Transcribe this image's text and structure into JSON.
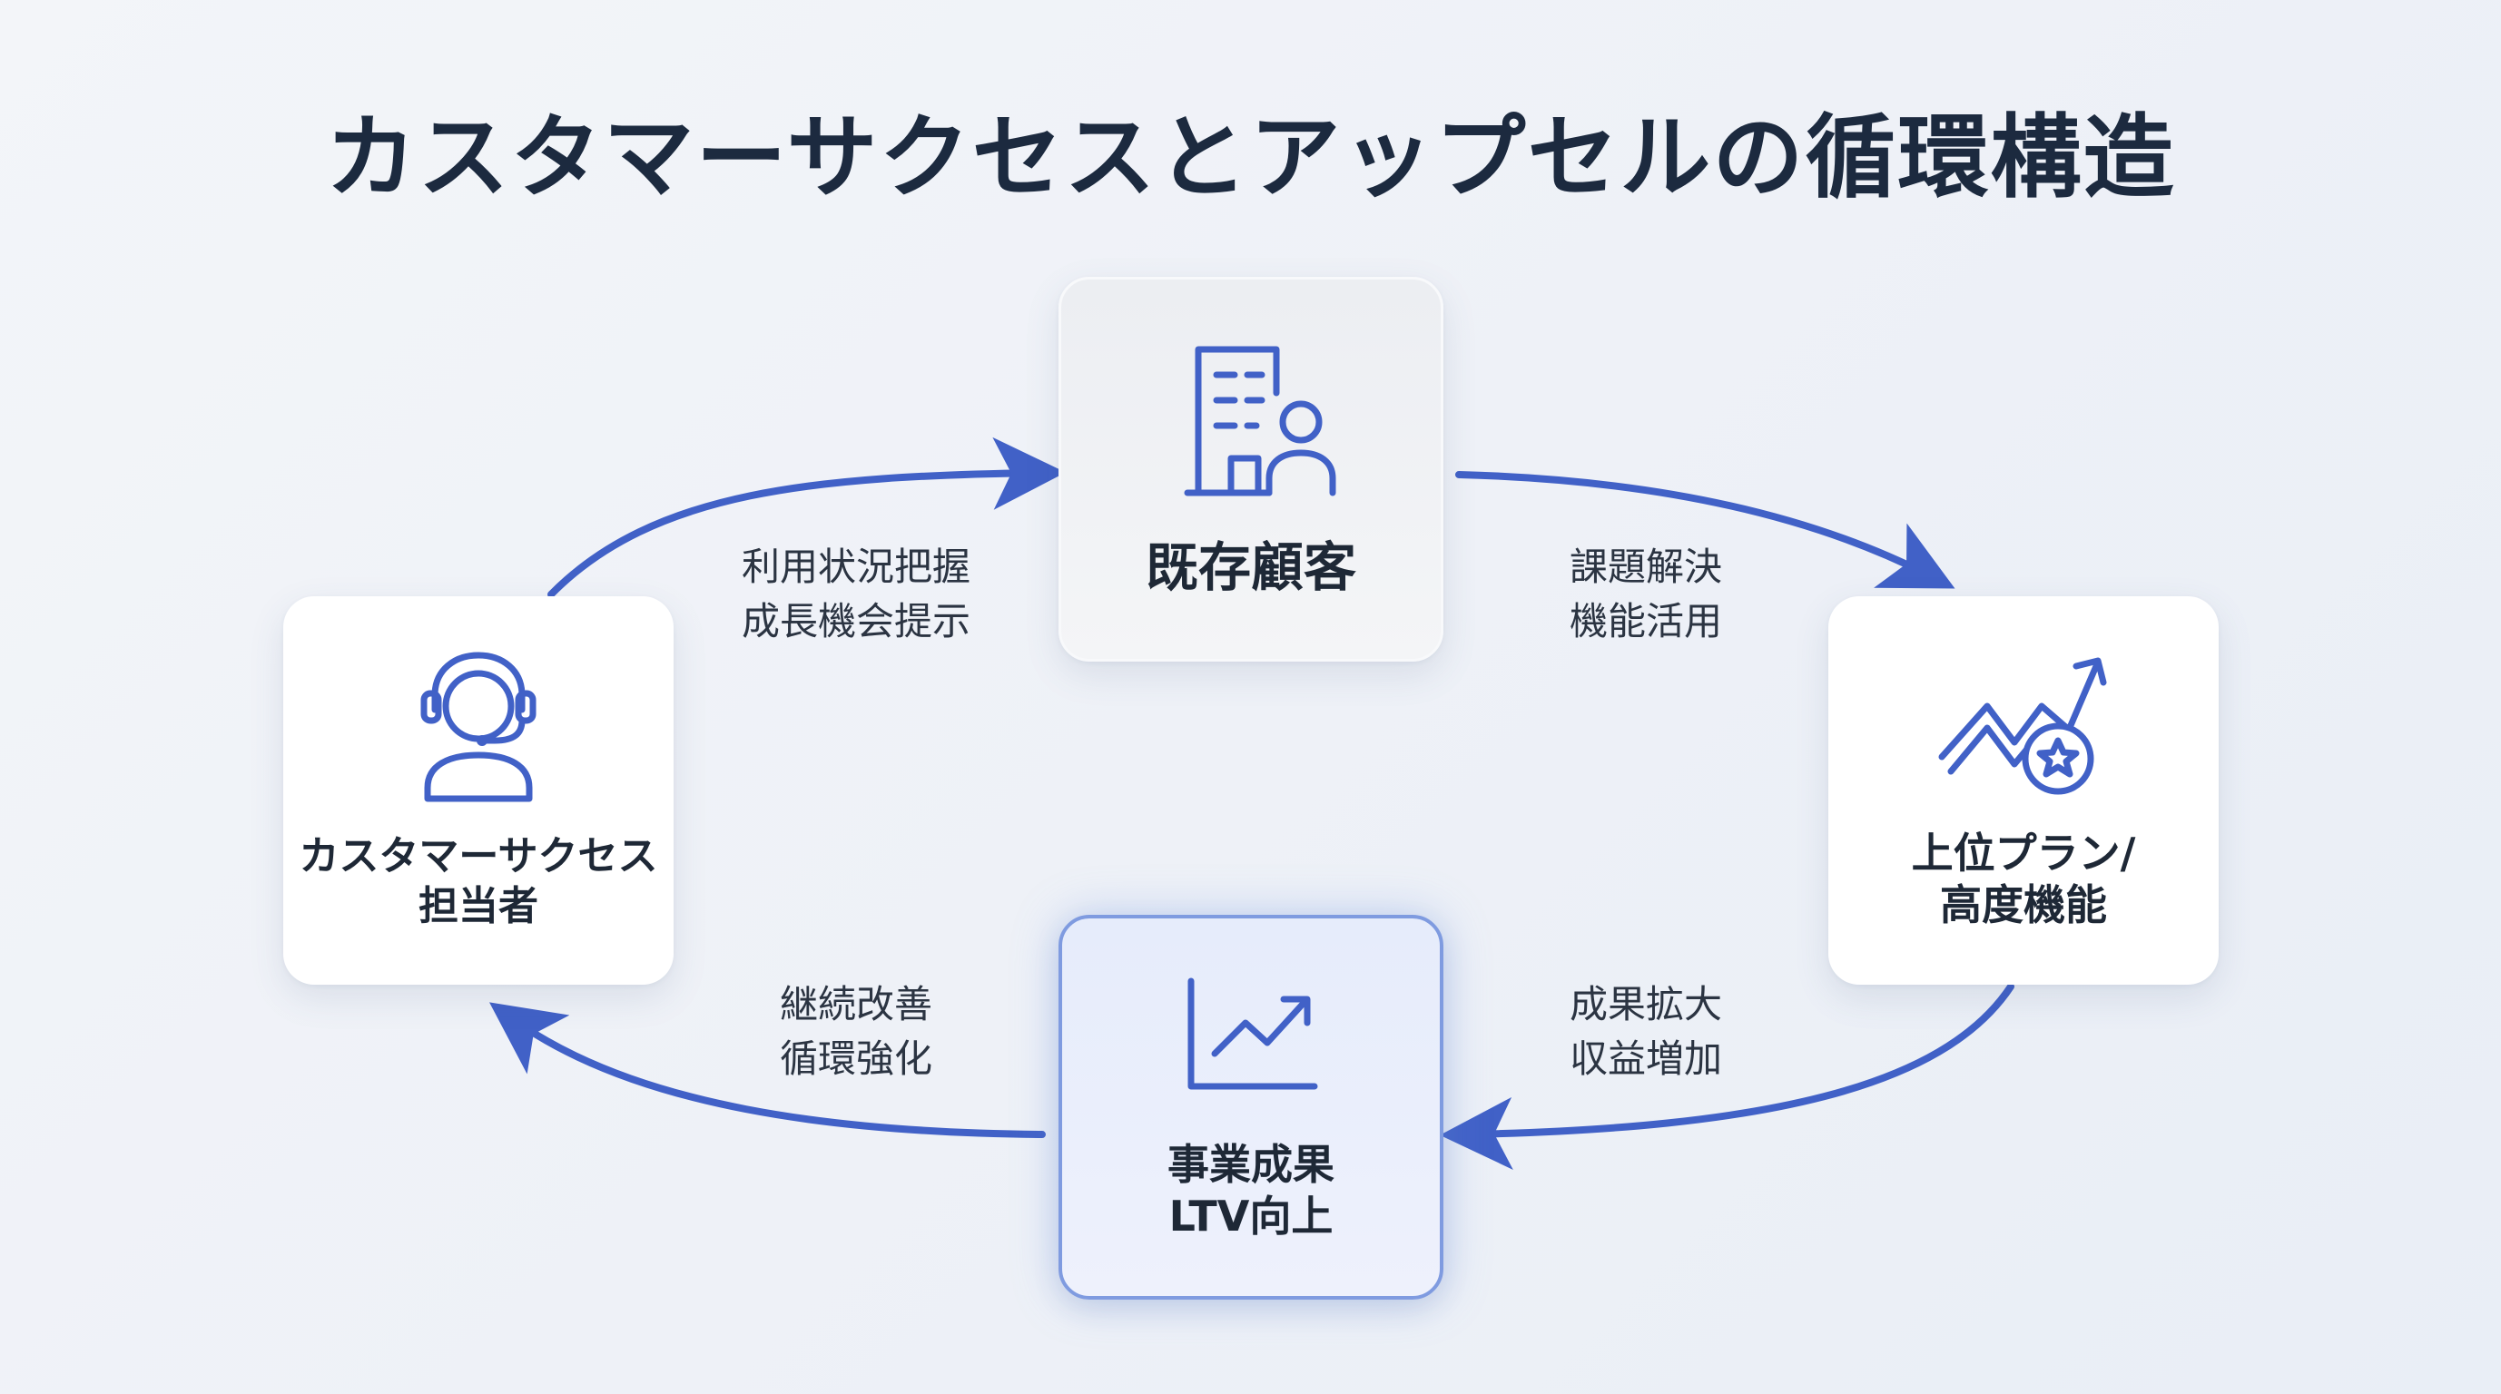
{
  "title": "カスタマーサクセスとアップセルの循環構造",
  "nodes": {
    "top": {
      "line1": "既存顧客",
      "icon": "building-person-icon"
    },
    "left": {
      "line1": "カスタマーサクセス",
      "line2": "担当者",
      "icon": "headset-agent-icon"
    },
    "right": {
      "line1": "上位プラン/",
      "line2": "高度機能",
      "icon": "growth-arrow-star-icon"
    },
    "bottom": {
      "line1": "事業成果",
      "line2": "LTV向上",
      "icon": "line-chart-icon"
    }
  },
  "edges": {
    "left_to_top": {
      "line1": "利用状況把握",
      "line2": "成長機会提示"
    },
    "top_to_right": {
      "line1": "課題解決",
      "line2": "機能活用"
    },
    "right_to_bottom": {
      "line1": "成果拡大",
      "line2": "収益増加"
    },
    "bottom_to_left": {
      "line1": "継続改善",
      "line2": "循環強化"
    }
  },
  "colors": {
    "accent": "#4161c7",
    "title": "#1c2a3f",
    "text": "#2b3442"
  }
}
